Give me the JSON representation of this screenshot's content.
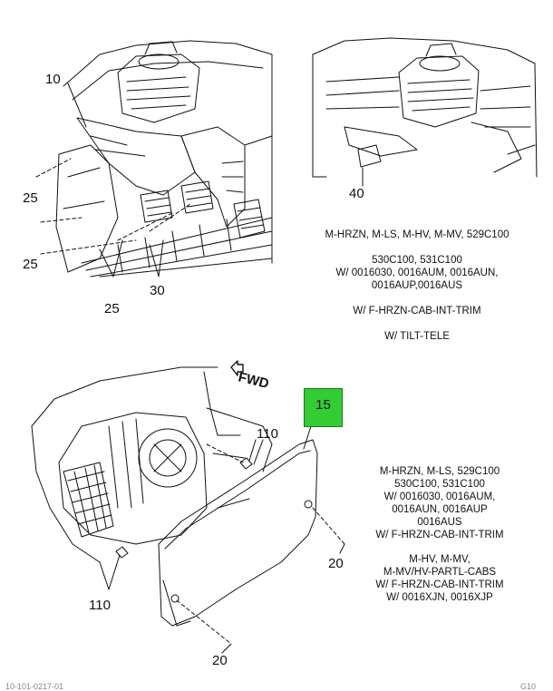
{
  "callouts": {
    "c10": "10",
    "c25a": "25",
    "c25b": "25",
    "c25c": "25",
    "c30": "30",
    "c40": "40",
    "c15": "15",
    "c110a": "110",
    "c110b": "110",
    "c20a": "20",
    "c20b": "20"
  },
  "fwd_label": "FWD",
  "notes_top": [
    "M-HRZN, M-LS, M-HV, M-MV, 529C100",
    "",
    "530C100, 531C100",
    "W/ 0016030, 0016AUM, 0016AUN,",
    "0016AUP,0016AUS",
    "",
    "W/ F-HRZN-CAB-INT-TRIM",
    "",
    "W/ TILT-TELE"
  ],
  "notes_bottom_1": [
    "M-HRZN, M-LS, 529C100",
    "530C100, 531C100",
    "W/ 0016030, 0016AUM,",
    "0016AUN, 0016AUP",
    "0016AUS",
    "W/ F-HRZN-CAB-INT-TRIM"
  ],
  "notes_bottom_2": [
    "M-HV, M-MV,",
    "M-MV/HV-PARTL-CABS",
    "W/ F-HRZN-CAB-INT-TRIM",
    "W/ 0016XJN, 0016XJP"
  ],
  "footer_left": "10-101-0217-01",
  "footer_right": "G10",
  "colors": {
    "highlight": "#33cc33",
    "line": "#111111"
  }
}
